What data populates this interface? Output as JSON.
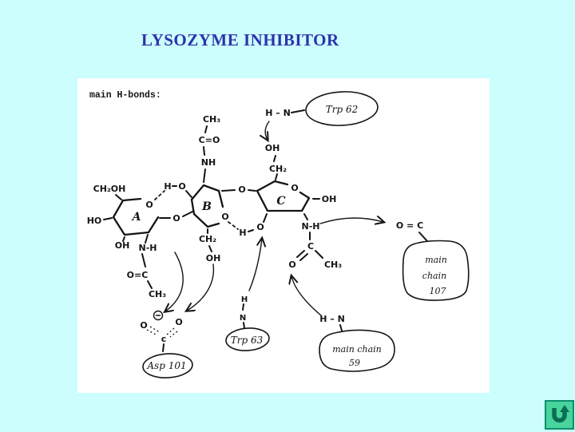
{
  "slide": {
    "title": "LYSOZYME INHIBITOR"
  },
  "diagram": {
    "heading": "main H-bonds:",
    "rings": {
      "a": "A",
      "b": "B",
      "c": "C"
    },
    "atoms": {
      "ch2oh_a": "CH₂OH",
      "ho_a": "HO",
      "oh_a": "OH",
      "o_ring_a": "O",
      "h_bridge_ab": "H",
      "o_bridge_ab": "O",
      "o_glyco_ab": "O",
      "nh_a": "N-H",
      "oc_a": "O=C",
      "ch3_a": "CH₃",
      "ch3_b_top": "CH₃",
      "co_b_top": "C=O",
      "nh_b_top": "NH",
      "ch2_b": "CH₂",
      "oh_b": "OH",
      "o_ring_b": "O",
      "o_glyco_bc": "O",
      "h_bridge_bc": "H",
      "o_bridge_bc": "O",
      "oh_c6": "OH",
      "ch2_c6": "CH₂",
      "o_ring_c": "O",
      "oh_c1": "OH",
      "nh_c": "N-H",
      "c_acetyl": "C",
      "o_acetyl": "O",
      "ch3_acetyl": "CH₃",
      "o_carbox_left": "O",
      "o_carbox_right": "O",
      "c_carbox": "c",
      "oc_107": "O = C",
      "hn_trp62": "H – N",
      "hn_59": "H – N",
      "h_trp63": "H",
      "n_trp63": "N"
    },
    "residues": {
      "trp62": "Trp 62",
      "trp63": "Trp 63",
      "asp101": "Asp 101",
      "mc107_line1": "main",
      "mc107_line2": "chain",
      "mc107_line3": "107",
      "mc59_line1": "main chain",
      "mc59_line2": "59"
    }
  },
  "nav": {
    "icon": "u-turn-return-arrow"
  },
  "colors": {
    "background": "#ccfefe",
    "title": "#2d33ac",
    "ink": "#141414",
    "nav_bg": "#49d39d",
    "nav_border": "#0d8f6d",
    "nav_arrow": "#0b6e52"
  }
}
